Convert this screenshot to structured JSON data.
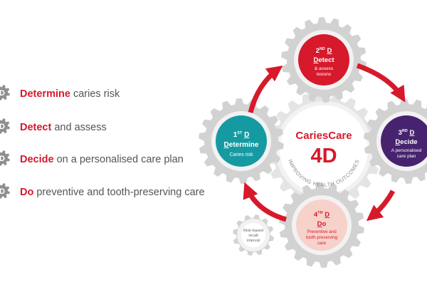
{
  "colors": {
    "red": "#d7192c",
    "teal": "#169aa2",
    "purple": "#47236f",
    "pink": "#f7d2ca",
    "gear_gray": "#d2d2d2",
    "gear_light": "#e4e4e4",
    "text_gray": "#555555"
  },
  "steps": [
    {
      "keyword": "Determine",
      "rest": " caries risk",
      "icon_letter": "D"
    },
    {
      "keyword": "Detect",
      "rest": " and assess",
      "icon_letter": "D"
    },
    {
      "keyword": "Decide",
      "rest": " on a personalised care plan",
      "icon_letter": "D"
    },
    {
      "keyword": "Do",
      "rest": " preventive and tooth-preserving care",
      "icon_letter": "D"
    }
  ],
  "center": {
    "brand": "CariesCare",
    "big": "4D",
    "slogan": "IMPROVING HEALTH OUTCOMES"
  },
  "gears": {
    "first": {
      "num": "1",
      "sup": "ST",
      "d": "D",
      "word_initial": "D",
      "word_rest": "etermine",
      "desc": [
        "Caries risk"
      ]
    },
    "second": {
      "num": "2",
      "sup": "ND",
      "d": "D",
      "word_initial": "D",
      "word_rest": "etect",
      "desc": [
        "& assess",
        "lesions"
      ]
    },
    "third": {
      "num": "3",
      "sup": "RD",
      "d": "D",
      "word_initial": "D",
      "word_rest": "ecide",
      "desc": [
        "A personalised",
        "care plan"
      ]
    },
    "fourth": {
      "num": "4",
      "sup": "TH",
      "d": "D",
      "word_initial": "D",
      "word_rest": "o",
      "desc": [
        "Preventive and",
        "tooth preserving",
        "care"
      ]
    },
    "recall": {
      "desc": [
        "Risk-based",
        "recall",
        "interval"
      ]
    }
  }
}
